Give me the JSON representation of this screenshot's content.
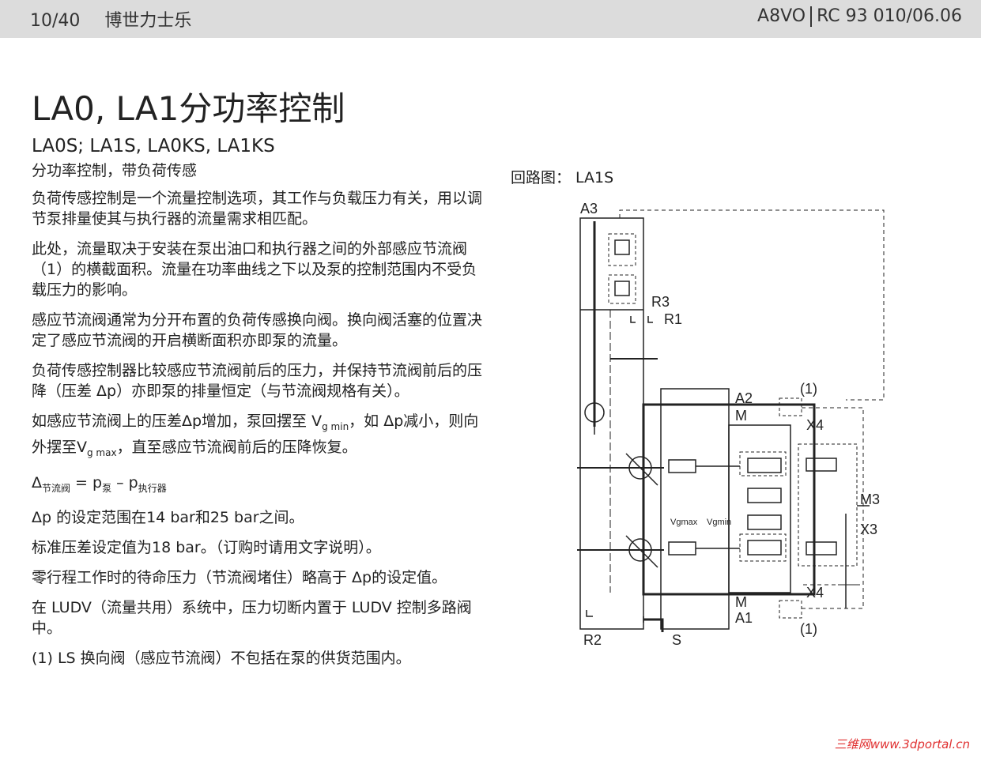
{
  "header": {
    "page": "10/40",
    "brand": "博世力士乐",
    "product": "A8VO",
    "doc": "RC 93 010/06.06"
  },
  "title": "LA0, LA1分功率控制",
  "subtitle": "LA0S; LA1S, LA0KS, LA1KS",
  "subtitle2": "分功率控制，带负荷传感",
  "paragraphs": [
    "负荷传感控制是一个流量控制选项，其工作与负载压力有关，用以调节泵排量使其与执行器的流量需求相匹配。",
    "此处，流量取决于安装在泵出油口和执行器之间的外部感应节流阀（1）的横截面积。流量在功率曲线之下以及泵的控制范围内不受负载压力的影响。",
    "感应节流阀通常为分开布置的负荷传感换向阀。换向阀活塞的位置决定了感应节流阀的开启横断面积亦即泵的流量。",
    "负荷传感控制器比较感应节流阀前后的压力，并保持节流阀前后的压降（压差 Δp）亦即泵的排量恒定（与节流阀规格有关）。"
  ],
  "para5": {
    "a": "如感应节流阀上的压差Δp增加，泵回摆至 V",
    "a_sub": "g min",
    "b": "，如 Δp减小，则向外摆至V",
    "b_sub": "g max",
    "c": "，直至感应节流阀前后的压降恢复。"
  },
  "formula": {
    "delta": "Δ",
    "delta_sub": "节流阀",
    "eq": " = p",
    "p1_sub": "泵",
    "minus": " – p",
    "p2_sub": "执行器"
  },
  "paragraphs2": [
    "Δp 的设定范围在14 bar和25 bar之间。",
    "标准压差设定值为18 bar。（订购时请用文字说明）。",
    "零行程工作时的待命压力（节流阀堵住）略高于 Δp的设定值。",
    "在 LUDV（流量共用）系统中，压力切断内置于 LUDV 控制多路阀中。",
    "(1) LS 换向阀（感应节流阀）不包括在泵的供货范围内。"
  ],
  "caption": "回路图： LA1S",
  "diagram_labels": {
    "A3": "A3",
    "R3": "R3",
    "R1": "R1",
    "A2": "A2",
    "M_top": "M",
    "one_top": "(1)",
    "X4_top": "X4",
    "M3": "M3",
    "X3": "X3",
    "vgmax": "Vgmax",
    "vgmin": "Vgmin",
    "X4_bot": "X4",
    "M_bot": "M",
    "A1": "A1",
    "one_bot": "(1)",
    "R2": "R2",
    "S": "S"
  },
  "watermark": "三维网www.3dportal.cn"
}
